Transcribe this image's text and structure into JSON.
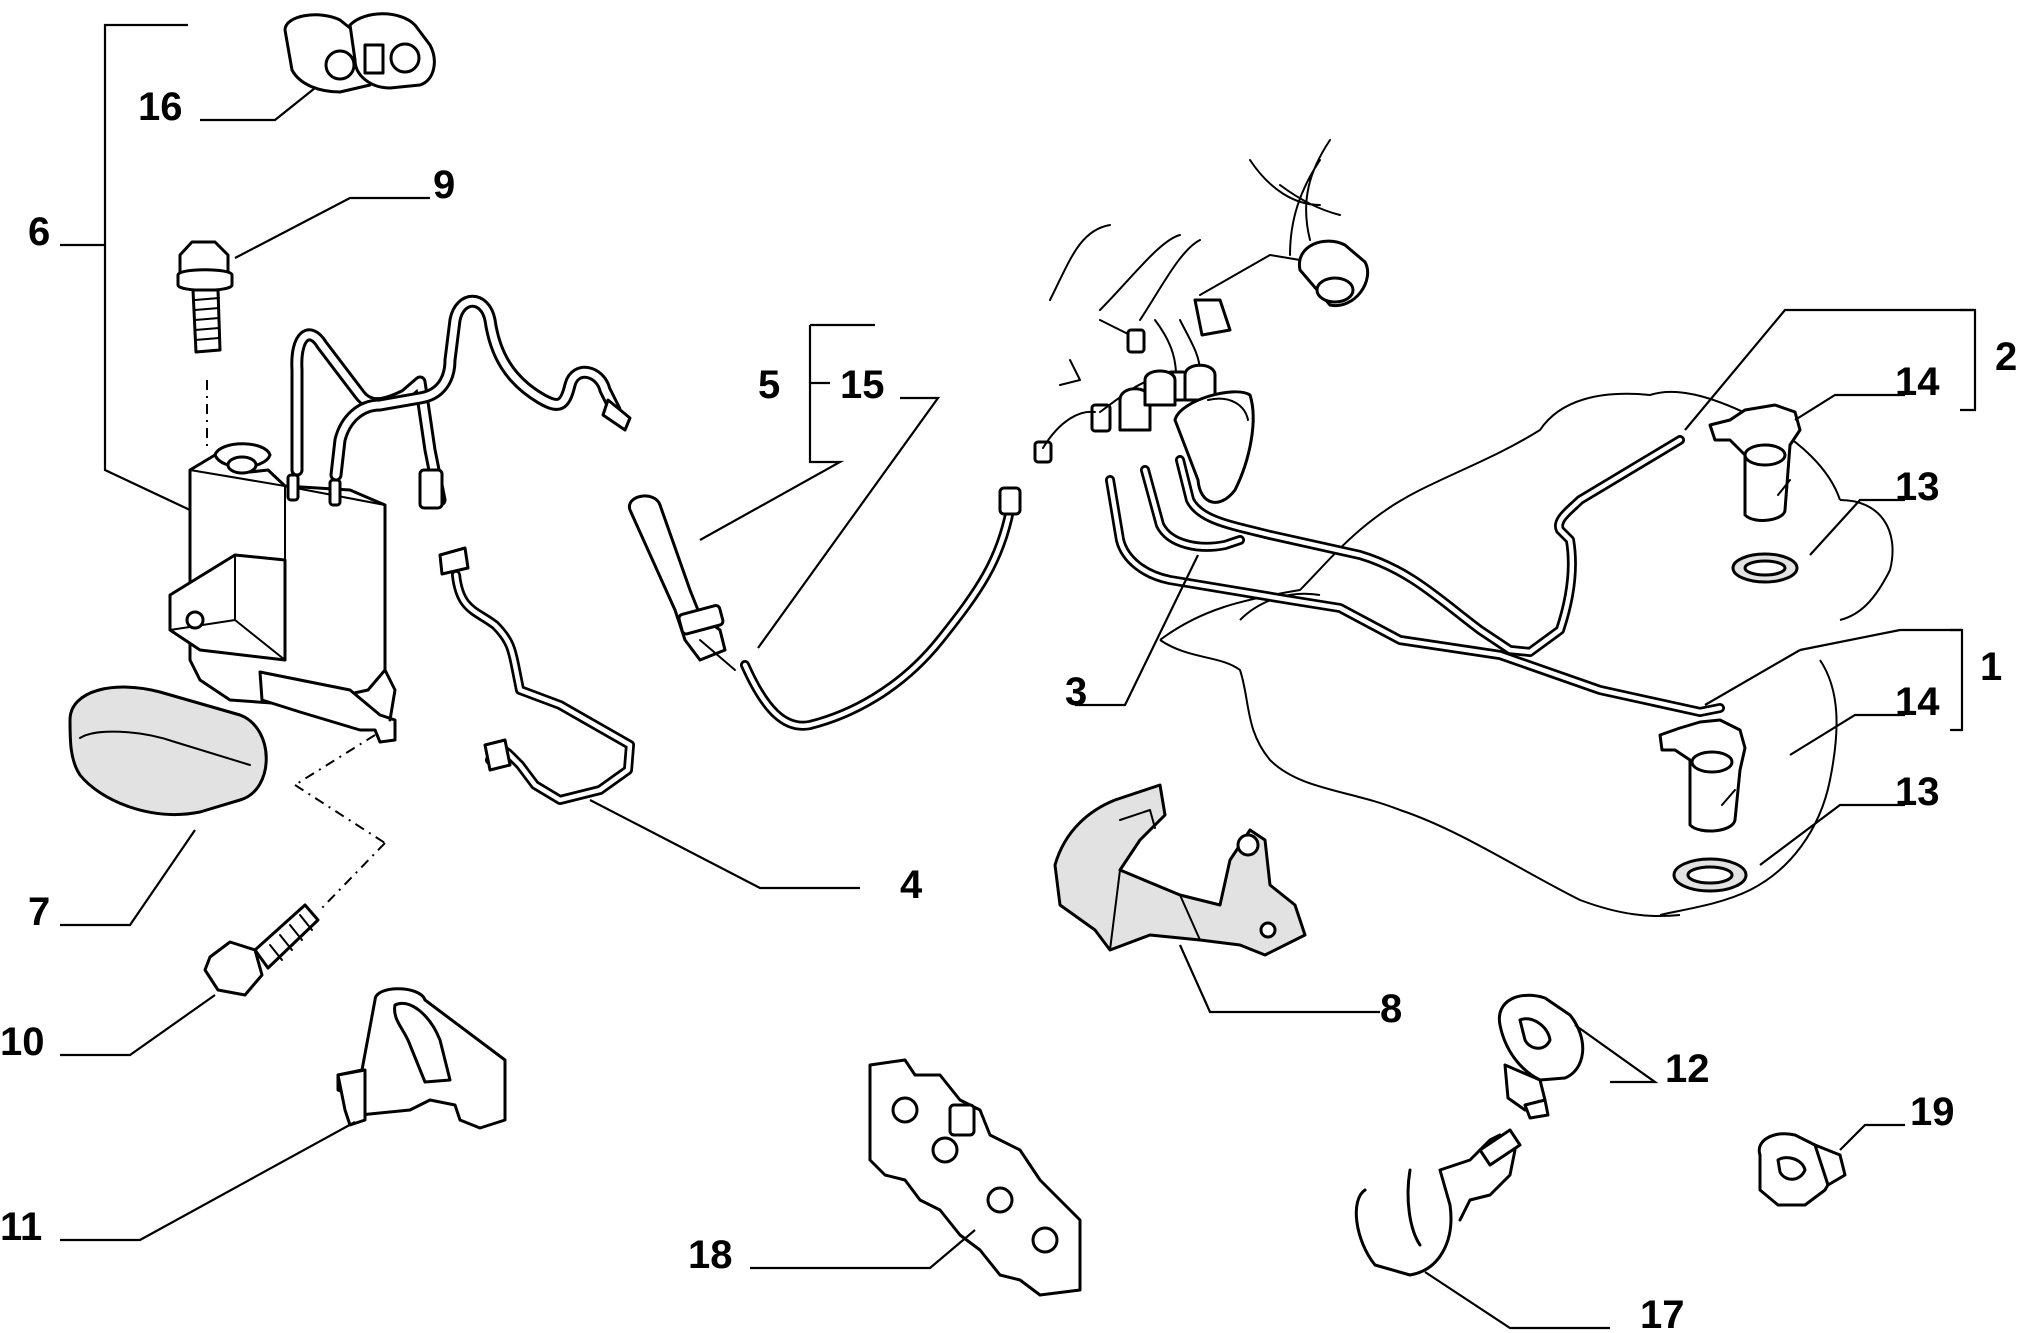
{
  "labels": {
    "n1": "1",
    "n2": "2",
    "n3": "3",
    "n4": "4",
    "n5": "5",
    "n6": "6",
    "n7": "7",
    "n8": "8",
    "n9": "9",
    "n10": "10",
    "n11": "11",
    "n12": "12",
    "n13a": "13",
    "n13b": "13",
    "n14a": "14",
    "n14b": "14",
    "n15": "15",
    "n16": "16",
    "n17": "17",
    "n18": "18",
    "n19": "19"
  }
}
